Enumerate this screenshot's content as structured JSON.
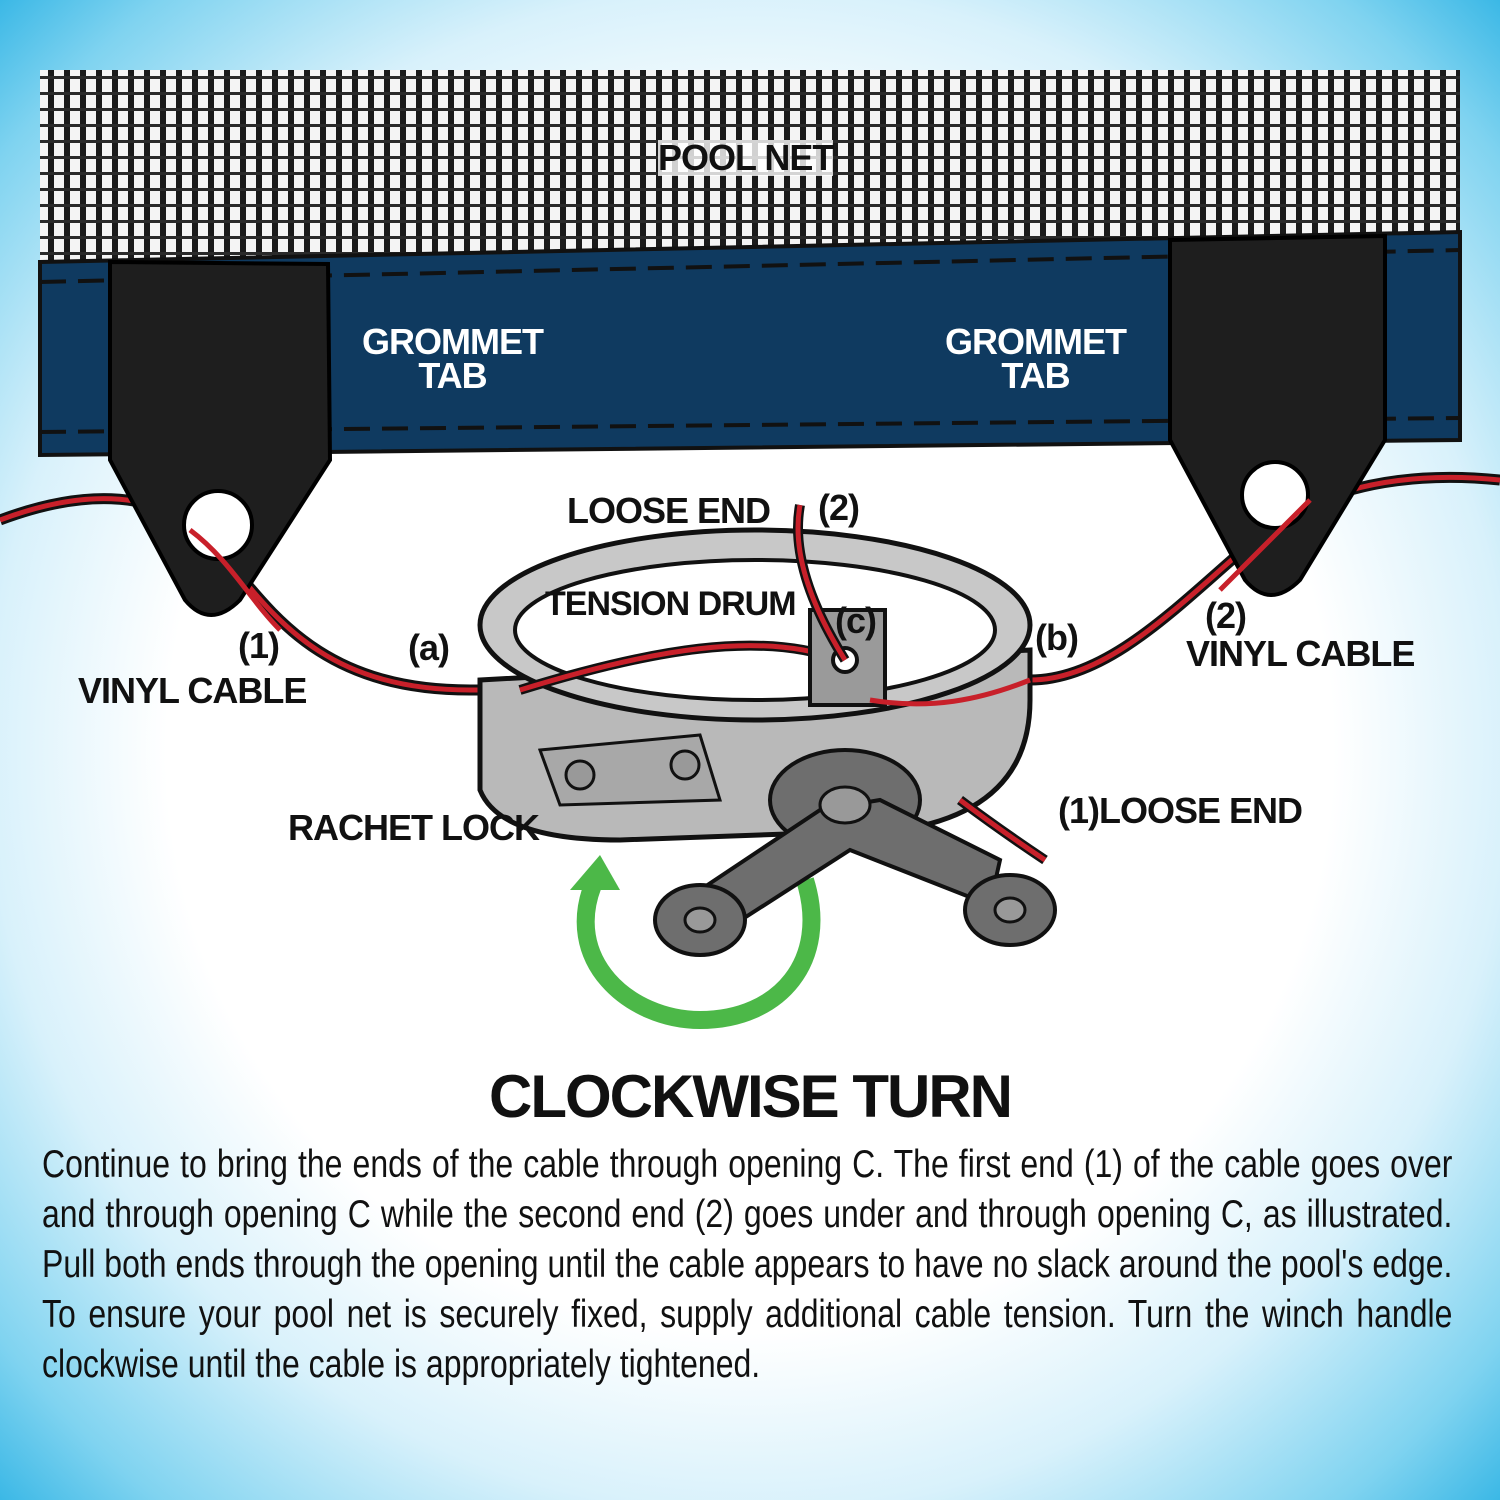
{
  "labels": {
    "pool_net": "POOL NET",
    "grommet_tab_left": [
      "GROMMET",
      "TAB"
    ],
    "grommet_tab_right": [
      "GROMMET",
      "TAB"
    ],
    "loose_end_2": "LOOSE END",
    "loose_end_2_num": "(2)",
    "tension_drum": "TENSION DRUM",
    "opening_c": "(c)",
    "opening_a": "(a)",
    "opening_b": "(b)",
    "vinyl_cable_1_num": "(1)",
    "vinyl_cable_1": "VINYL CABLE",
    "vinyl_cable_2_num": "(2)",
    "vinyl_cable_2": "VINYL CABLE",
    "rachet_lock": "RACHET LOCK",
    "loose_end_1": "(1)LOOSE END"
  },
  "title": "CLOCKWISE TURN",
  "description": "Continue to bring the ends of the cable through opening C. The first end (1) of the cable goes over and through opening C while the second end (2) goes under and through opening C, as illustrated. Pull both ends through the opening until the cable appears to have no slack around the pool's edge. To ensure your pool net is securely fixed, supply additional cable tension. Turn the winch handle clockwise until the cable is appropriately tightened.",
  "colors": {
    "band": "#0f3a60",
    "tab": "#1e1e1e",
    "cable": "#c8202a",
    "drum": "#b9b9b9",
    "arrow": "#4cb848"
  }
}
